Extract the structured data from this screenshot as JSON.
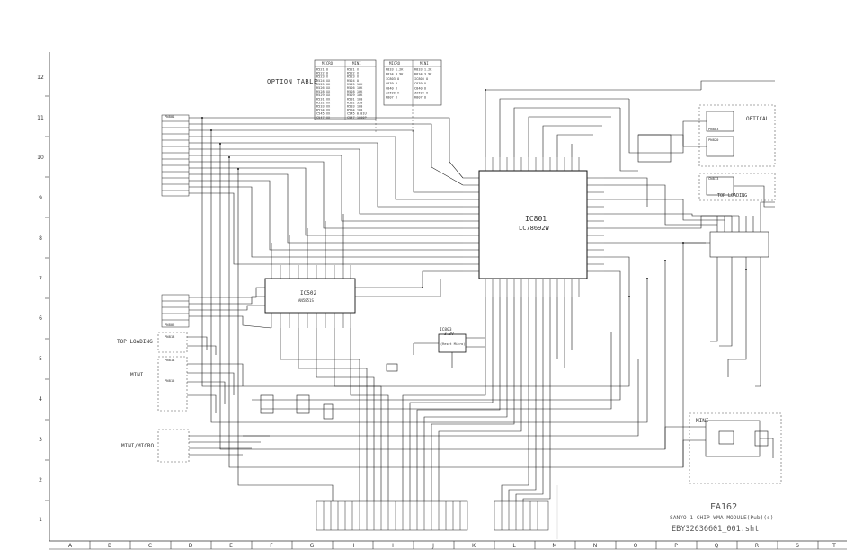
{
  "frame": {
    "columns": [
      "A",
      "B",
      "C",
      "D",
      "E",
      "F",
      "G",
      "H",
      "I",
      "J",
      "K",
      "L",
      "M",
      "N",
      "O",
      "P",
      "Q",
      "R",
      "S",
      "T"
    ],
    "rows": [
      "12",
      "11",
      "10",
      "9",
      "8",
      "7",
      "6",
      "5",
      "4",
      "3",
      "2",
      "1"
    ]
  },
  "option_table": {
    "title": "OPTION TABLE",
    "table1_headers": [
      "MICRO",
      "MINI"
    ],
    "table1_rows": [
      [
        "R521 O",
        "R521 X"
      ],
      [
        "R522 O",
        "R522 X"
      ],
      [
        "R523 X",
        "R523 X"
      ],
      [
        "R524 XX",
        "R524 O"
      ],
      [
        "R525 XX",
        "R525 10K"
      ],
      [
        "R526 XX",
        "R526 10K"
      ],
      [
        "R528 XX",
        "R528 10K"
      ],
      [
        "R529 XX",
        "R529 10K"
      ],
      [
        "R531 XX",
        "R531 100"
      ],
      [
        "R532 XX",
        "R532 330"
      ],
      [
        "R533 XX",
        "R533 100"
      ],
      [
        "R534 XX",
        "R534 100"
      ],
      [
        "C545 XX",
        "C545 0.01U"
      ],
      [
        "C547 XX",
        "C547 1000P"
      ]
    ],
    "table2_headers": [
      "MICRO",
      "MINI"
    ],
    "table2_rows": [
      [
        "R833 1.2K",
        "R833 1.2K"
      ],
      [
        "R834 3.9K",
        "R834 3.9K"
      ],
      [
        "IC803 O",
        "IC803 O"
      ],
      [
        "C839 O",
        "C839 O"
      ],
      [
        "C840 X",
        "C840 O"
      ],
      [
        "Z3600 X",
        "Z3600 O"
      ],
      [
        "R807 X",
        "R807 O"
      ]
    ]
  },
  "ics": {
    "main_name": "IC801",
    "main_part": "LC78692W",
    "second_name": "IC502",
    "second_part": "AN5851S",
    "reg_name": "IC803",
    "reg_voltage": "3.3V",
    "reg_part": "(Reset Micro)"
  },
  "side_labels": {
    "top_loading_left": "TOP LOADING",
    "mini_left": "MINI",
    "mini_micro": "MINI/MICRO",
    "optical": "OPTICAL",
    "top_loading_right": "TOP LOADING",
    "mini_right": "MINI"
  },
  "connectors": {
    "pn801": "PN801",
    "pn802": "PN802",
    "pn813": "PN813",
    "pn803": "PN803",
    "pn820": "PN820",
    "cn813": "CN813",
    "pn814": "PN814",
    "pn815": "PN815"
  },
  "title_block": {
    "model": "FA162",
    "description": "SANYO 1 CHIP WMA MODULE(Pub)(s)",
    "file": "EBY32636601_001.sht"
  },
  "colors": {
    "line": "#1a1a1a",
    "frame": "#333333",
    "dashed": "#555555",
    "background": "#ffffff"
  }
}
